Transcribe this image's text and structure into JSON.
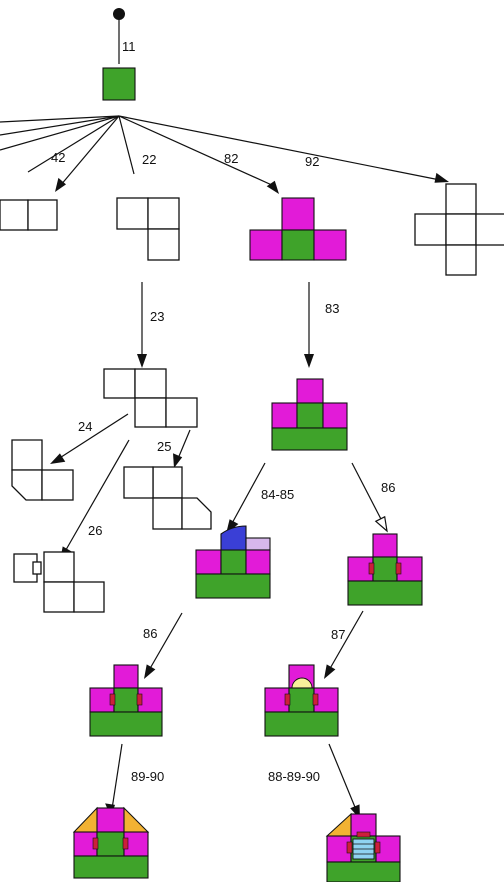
{
  "edges": {
    "root_to_start": "11",
    "to_n42": "42",
    "to_n22": "22",
    "to_n82": "82",
    "to_n92": "92",
    "n22_to_n23": "23",
    "n82_to_n83": "83",
    "n23_to_n24": "24",
    "n23_to_n25": "25",
    "n23_to_n26": "26",
    "n83_to_n8485": "84-85",
    "n83_to_n86a": "86",
    "n8485_to_n86b": "86",
    "n86a_to_n87": "87",
    "n86b_to_n8990": "89-90",
    "n87_to_n888990": "88-89-90"
  },
  "colors": {
    "magenta": "#e21bd8",
    "green": "#3fa32a",
    "blue": "#3a3fd6",
    "lavender": "#d7b7ec",
    "red": "#cc1f3a",
    "orange": "#f2b233",
    "cream": "#f7f09a",
    "cyan": "#8fd3f0",
    "outline": "#111111"
  },
  "icons": {
    "root": "filled-circle-icon",
    "arrow": "arrow-head-icon",
    "open_arrow": "open-arrow-head-icon"
  }
}
